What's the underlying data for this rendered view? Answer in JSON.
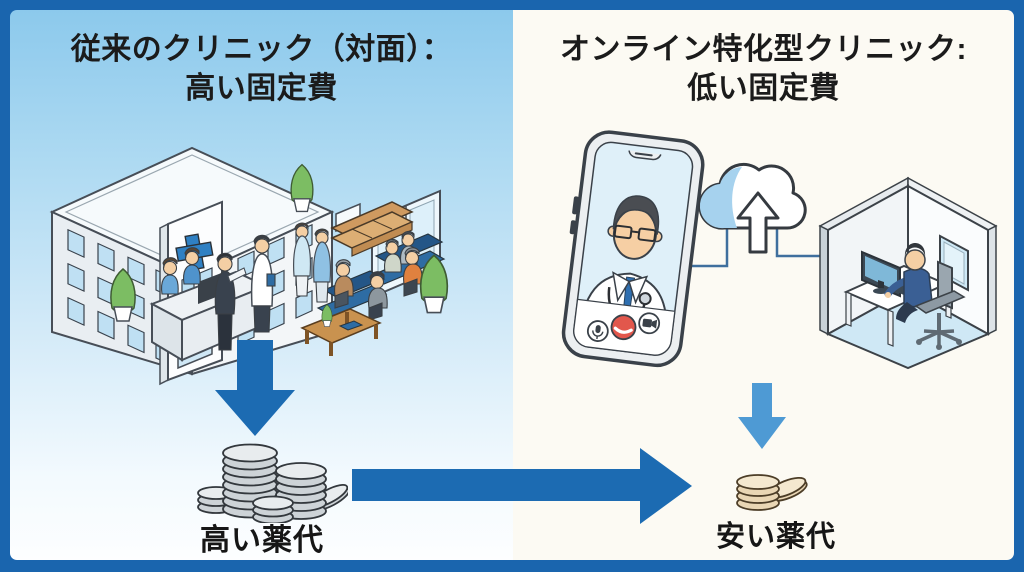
{
  "left_panel": {
    "title_line1": "従来のクリニック（対面）：",
    "title_line2": "高い固定費",
    "result_label": "高い薬代"
  },
  "right_panel": {
    "title_line1": "オンライン特化型クリニック:",
    "title_line2": "低い固定費",
    "result_label": "安い薬代"
  },
  "colors": {
    "frame": "#1a65ae",
    "panel_left_top": "#8cc9ec",
    "panel_left_bottom": "#fdfeff",
    "panel_right_bg": "#fcfaf3",
    "arrow_primary": "#1c6bb2",
    "arrow_secondary": "#4e9ad4",
    "title_text": "#1b1b1b",
    "clinic_cross_blue": "#2f80c3",
    "coin_silver": "#cdd3d7",
    "coin_tan": "#e9d6b4",
    "connector_line": "#3f6f9d"
  },
  "icons": {
    "left_scene": "clinic-building-with-waiting-room",
    "left_down_arrow": "down-arrow",
    "left_coins": "large-coin-stacks",
    "center_arrow": "right-arrow",
    "phone": "smartphone-doctor-video-call",
    "cloud": "cloud-with-up-arrow",
    "room": "compact-office-room",
    "right_down_arrow": "down-arrow",
    "right_coins": "small-coin-stack"
  }
}
